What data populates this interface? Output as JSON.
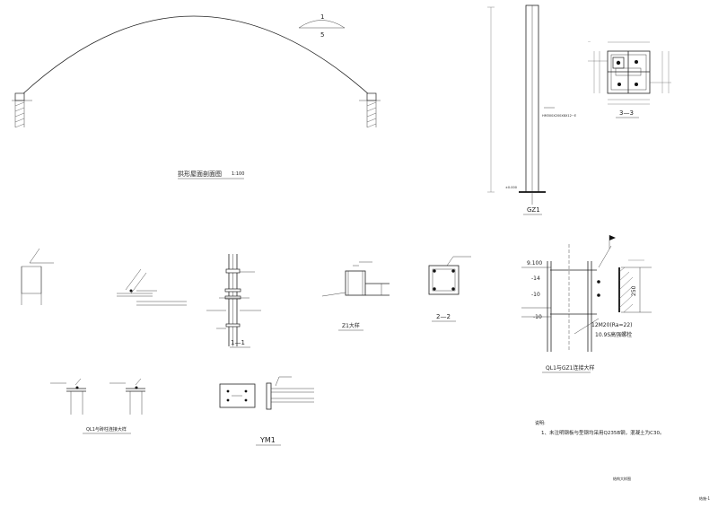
{
  "drawing": {
    "roof_section_title": "拱形屋面剖面图",
    "roof_section_scale": "1:100",
    "slope_marker_top": "1",
    "slope_marker_bottom": "5",
    "column_title": "GZ1",
    "column_callout": "HM300X200X8X12~E",
    "column_base_elev": "±0.000",
    "detail_3_title": "3—3",
    "detail_1_title": "1—1",
    "detail_2_title": "2—2",
    "z1_title": "Z1大样",
    "qlgz_title": "QL1与GZ1连接大样",
    "qlgz_elev_top": "9.100",
    "qlgz_label_14": "-14",
    "qlgz_label_10": "-10",
    "qlgz_label_10b": "-10",
    "qlgz_dim_250": "250",
    "qlgz_bolt_note": "12M20(Ra=22)",
    "qlgz_bolt_grade": "10.9S高强螺栓",
    "ql1_column_title": "QL1与砖柱连接大样",
    "ym1_title": "YM1",
    "notes_heading": "说明:",
    "notes_line1": "1、未注明钢板与型钢均采用Q235B钢，混凝土为C30。",
    "footer_center": "结构大样图",
    "footer_right": "结施-1"
  }
}
